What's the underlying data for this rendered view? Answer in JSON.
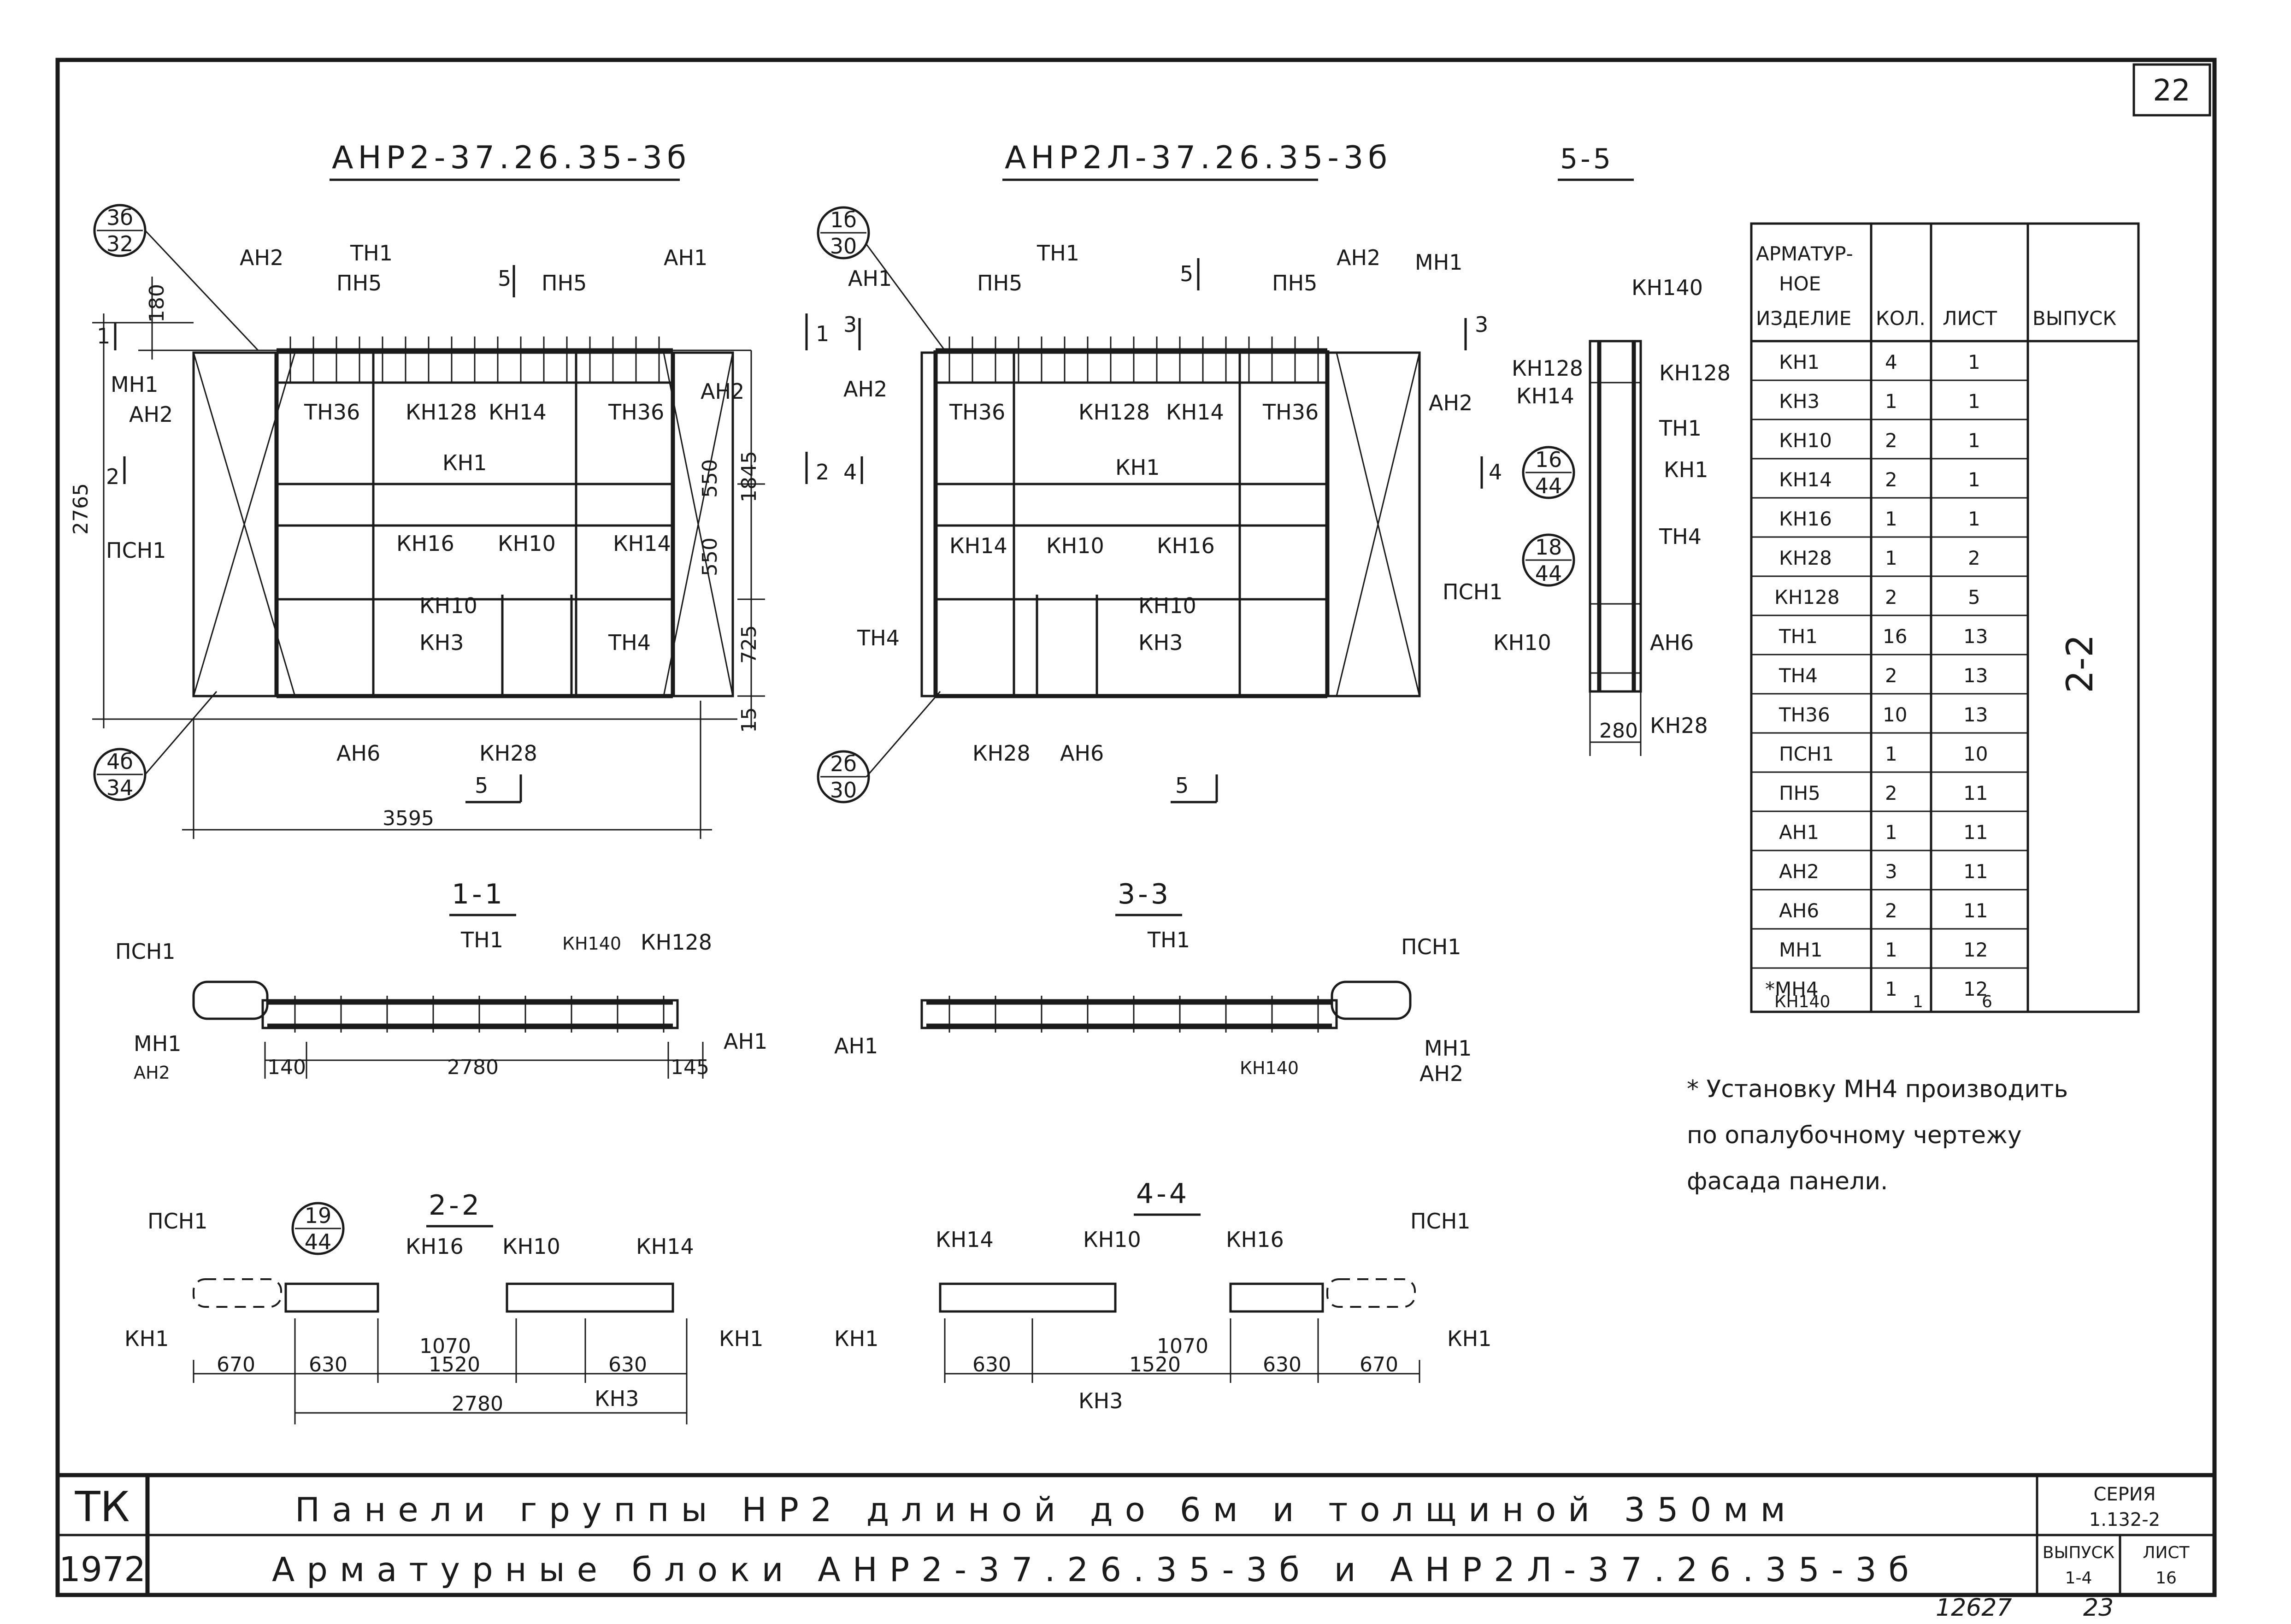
{
  "sheet_number": "22",
  "bottom_right_numbers": [
    "12627",
    "23"
  ],
  "drawings": {
    "left_title": "АНР2-37.26.35-3б",
    "middle_title": "АНР2Л-37.26.35-3б",
    "section_5": "5-5",
    "section_1": "1-1",
    "section_2": "2-2",
    "section_3": "3-3",
    "section_4": "4-4",
    "callouts": {
      "left_top": [
        "3б",
        "32"
      ],
      "left_bottom": [
        "4б",
        "34"
      ],
      "mid_top": [
        "1б",
        "30"
      ],
      "mid_bottom": [
        "2б",
        "30"
      ],
      "sec55_a": [
        "16",
        "44"
      ],
      "sec55_b": [
        "18",
        "44"
      ],
      "sec22": [
        "19",
        "44"
      ]
    },
    "cut_marks": {
      "m1": "1",
      "m2": "2",
      "m3": "3",
      "m4": "4",
      "m5": "5"
    },
    "left_labels": {
      "an2_top": "АН2",
      "tn1": "ТН1",
      "pn5_a": "ПН5",
      "pn5_b": "ПН5",
      "an1": "АН1",
      "mn1": "МН1",
      "an2_side": "АН2",
      "tn36_a": "ТН36",
      "kn128": "КН128",
      "kn14": "КН14",
      "tn36_b": "ТН36",
      "an2_right": "АН2",
      "kn1": "КН1",
      "psn1": "ПСН1",
      "kn16": "КН16",
      "kn10_a": "КН10",
      "kn14_b": "КН14",
      "kn10_b": "КН10",
      "kn3": "КН3",
      "tn4": "ТН4",
      "an6": "АН6",
      "kn28": "КН28"
    },
    "left_dims": {
      "d180": "180",
      "d2765": "2765",
      "d550a": "550",
      "d550b": "550",
      "d1845": "1845",
      "d725": "725",
      "d15": "15",
      "d3595": "3595"
    },
    "mid_labels": {
      "an1": "АН1",
      "pn5_a": "ПН5",
      "tn1": "ТН1",
      "pn5_b": "ПН5",
      "an2_top": "АН2",
      "mn1": "МН1",
      "an2_left": "АН2",
      "tn36_a": "ТН36",
      "kn128": "КН128",
      "kn14": "КН14",
      "tn36_b": "ТН36",
      "an2_right": "АН2",
      "kn1": "КН1",
      "kn14_b": "КН14",
      "kn10": "КН10",
      "kn16": "КН16",
      "kn10_b": "КН10",
      "kn3": "КН3",
      "tn4": "ТН4",
      "psn1": "ПСН1",
      "kn28": "КН28",
      "an6": "АН6"
    },
    "sec55_labels": {
      "kn140": "КН140",
      "kn128_l": "КН128",
      "kn14": "КН14",
      "kn128_r": "КН128",
      "tn1": "ТН1",
      "kn1": "КН1",
      "tn4": "ТН4",
      "kn10": "КН10",
      "an6": "АН6",
      "kn28": "КН28",
      "d280": "280"
    },
    "sec11_labels": {
      "psn1": "ПСН1",
      "tn1": "ТН1",
      "kn140": "КН140",
      "kn128": "КН128",
      "mn1": "МН1",
      "an2": "АН2",
      "an1": "АН1",
      "d140": "140",
      "d2780": "2780",
      "d145": "145"
    },
    "sec33_labels": {
      "tn1": "ТН1",
      "psn1": "ПСН1",
      "an1": "АН1",
      "kn140": "КН140",
      "mn1": "МН1",
      "an2": "АН2"
    },
    "sec22_labels": {
      "psn1": "ПСН1",
      "kn16": "КН16",
      "kn10": "КН10",
      "kn14": "КН14",
      "kn1_l": "КН1",
      "kn1_r": "КН1",
      "kn3": "КН3",
      "d1070": "1070",
      "d670": "670",
      "d630a": "630",
      "d1520": "1520",
      "d630b": "630",
      "d2780": "2780"
    },
    "sec44_labels": {
      "kn14": "КН14",
      "kn10": "КН10",
      "kn16": "КН16",
      "psn1": "ПСН1",
      "kn1_l": "КН1",
      "kn1_r": "КН1",
      "kn3": "КН3",
      "d1070": "1070",
      "d630a": "630",
      "d1520": "1520",
      "d630b": "630",
      "d670": "670"
    }
  },
  "spec_table": {
    "headers": [
      "АРМАТУР-НОЕ ИЗДЕЛИЕ",
      "КОЛ.",
      "ЛИСТ",
      "ВЫПУСК"
    ],
    "header_item_lines": [
      "АРМАТУР-",
      "НОЕ",
      "ИЗДЕЛИЕ"
    ],
    "rows": [
      [
        "КН1",
        "4",
        "1"
      ],
      [
        "КН3",
        "1",
        "1"
      ],
      [
        "КН10",
        "2",
        "1"
      ],
      [
        "КН14",
        "2",
        "1"
      ],
      [
        "КН16",
        "1",
        "1"
      ],
      [
        "КН28",
        "1",
        "2"
      ],
      [
        "КН128",
        "2",
        "5"
      ],
      [
        "ТН1",
        "16",
        "13"
      ],
      [
        "ТН4",
        "2",
        "13"
      ],
      [
        "ТН36",
        "10",
        "13"
      ],
      [
        "ПСН1",
        "1",
        "10"
      ],
      [
        "ПН5",
        "2",
        "11"
      ],
      [
        "АН1",
        "1",
        "11"
      ],
      [
        "АН2",
        "3",
        "11"
      ],
      [
        "АН6",
        "2",
        "11"
      ],
      [
        "МН1",
        "1",
        "12"
      ],
      [
        "*МН4",
        "1",
        "12"
      ],
      [
        "КН140",
        "1",
        "6"
      ]
    ],
    "release_value": "2-2"
  },
  "note": {
    "line1": "* Установку МН4 производить",
    "line2": "по опалубочному чертежу",
    "line3": "фасада панели."
  },
  "title_block": {
    "code": "ТК",
    "year": "1972",
    "line1": "Панели группы НР2 длиной до 6м и толщиной 350мм",
    "line2": "Арматурные блоки АНР2-37.26.35-3б и АНР2Л-37.26.35-3б",
    "series_label": "СЕРИЯ",
    "series_value": "1.132-2",
    "release_label": "ВЫПУСК",
    "release_value": "1-4",
    "sheet_label": "ЛИСТ",
    "sheet_value": "16"
  }
}
